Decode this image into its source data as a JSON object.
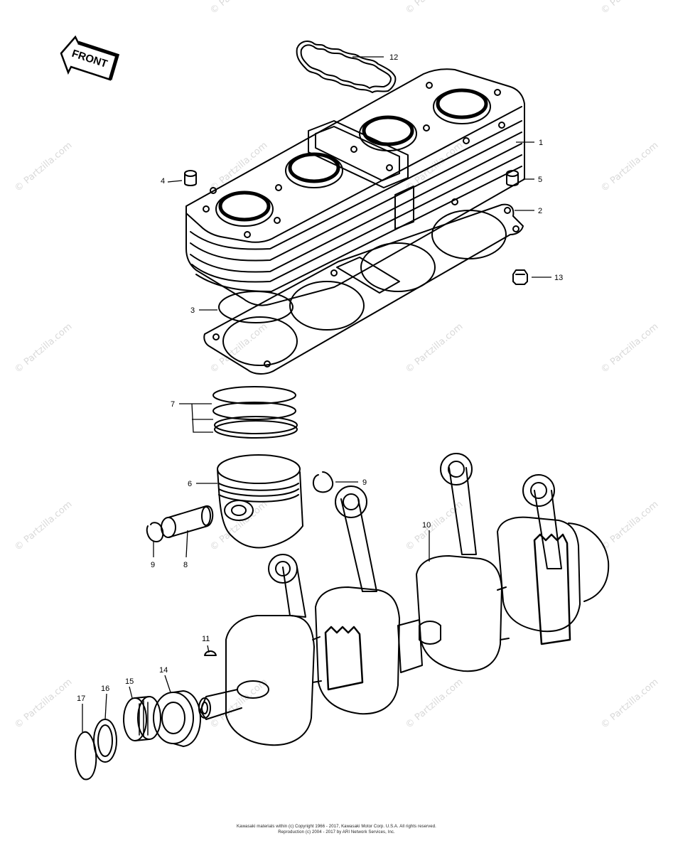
{
  "watermark": {
    "text": "© Partzilla.com",
    "color": "#d6d6d6"
  },
  "front_label": "FRONT",
  "parts": [
    {
      "number": "1"
    },
    {
      "number": "2"
    },
    {
      "number": "3"
    },
    {
      "number": "4"
    },
    {
      "number": "5"
    },
    {
      "number": "6"
    },
    {
      "number": "7"
    },
    {
      "number": "8"
    },
    {
      "number": "9"
    },
    {
      "number": "9"
    },
    {
      "number": "10"
    },
    {
      "number": "11"
    },
    {
      "number": "12"
    },
    {
      "number": "13"
    },
    {
      "number": "14"
    },
    {
      "number": "15"
    },
    {
      "number": "16"
    },
    {
      "number": "17"
    }
  ],
  "footer": {
    "line1": "Kawasaki materials within (c) Copyright 1966 - 2017, Kawasaki Motor Corp. U.S.A.  All rights reserved.",
    "line2": "Reproduction (c) 2004 - 2017 by ARI Network Services, Inc."
  }
}
